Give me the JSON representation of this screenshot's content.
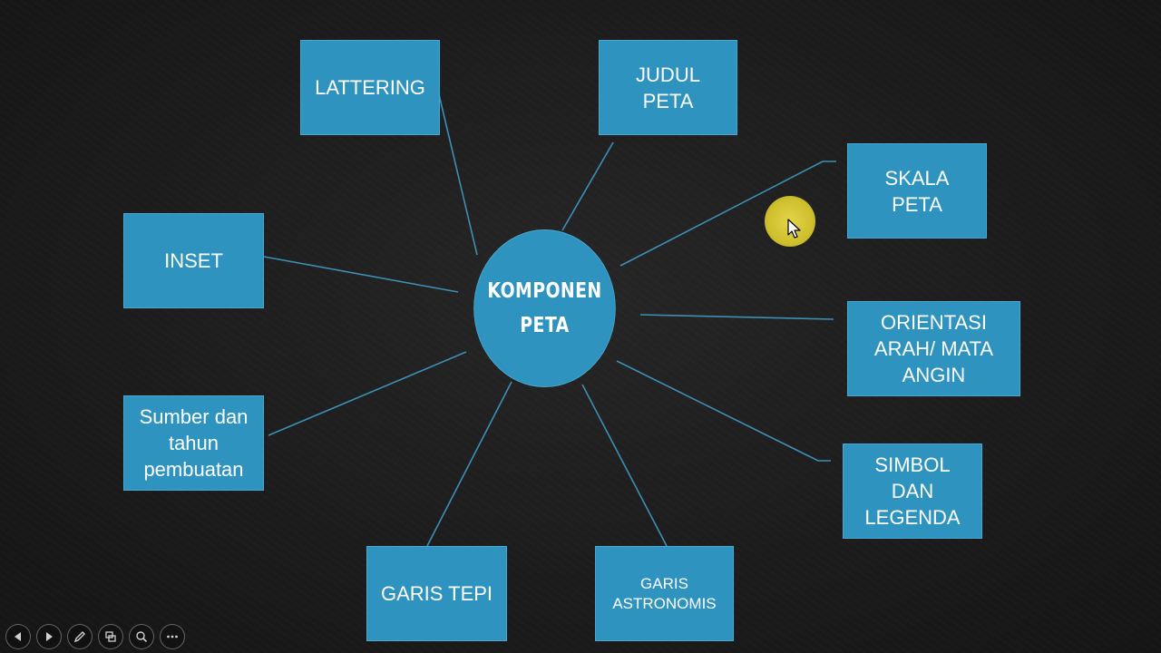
{
  "slide": {
    "center_label": "KOMPONEN\nPETA",
    "components": {
      "lattering": "LATTERING",
      "judul_peta": "JUDUL\nPETA",
      "skala_peta": "SKALA\nPETA",
      "inset": "INSET",
      "orientasi": "ORIENTASI\nARAH/ MATA\nANGIN",
      "sumber": "Sumber dan\ntahun\npembuatan",
      "simbol": "SIMBOL\nDAN\nLEGENDA",
      "garis_tepi": "GARIS TEPI",
      "garis_astronomis": "GARIS\nASTRONOMIS"
    }
  },
  "colors": {
    "background": "#1a1a1a",
    "shape_fill": "#2e93bf",
    "connector": "#3e8fb5",
    "pointer_highlight": "#d8c93a"
  },
  "toolbar": {
    "icons": [
      "previous-slide-icon",
      "next-slide-icon",
      "pen-icon",
      "slide-sorter-icon",
      "zoom-icon",
      "more-options-icon"
    ]
  }
}
